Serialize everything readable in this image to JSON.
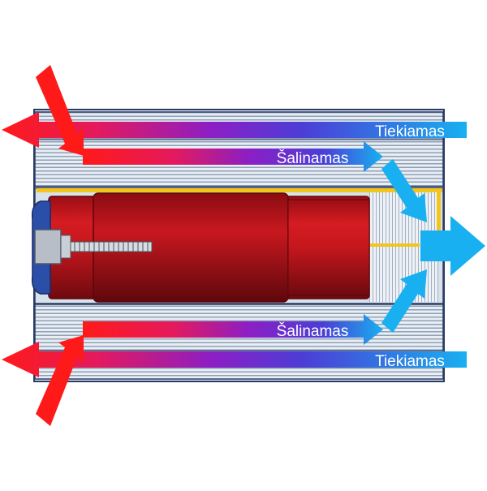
{
  "labels": {
    "supply_top": "Tiekiamas",
    "exhaust_top": "Šalinamas",
    "exhaust_bottom": "Šalinamas",
    "supply_bottom": "Tiekiamas"
  },
  "colors": {
    "hot": "#ff1a1a",
    "mid": "#6a1fb0",
    "cold": "#18b0f0",
    "housing_line": "#2a3c66",
    "core": "#c0161c",
    "core_dark": "#7c0a10",
    "fin_light": "#e9eef4",
    "fin_dark": "#8ea0b6",
    "gold": "#f3c51a"
  }
}
